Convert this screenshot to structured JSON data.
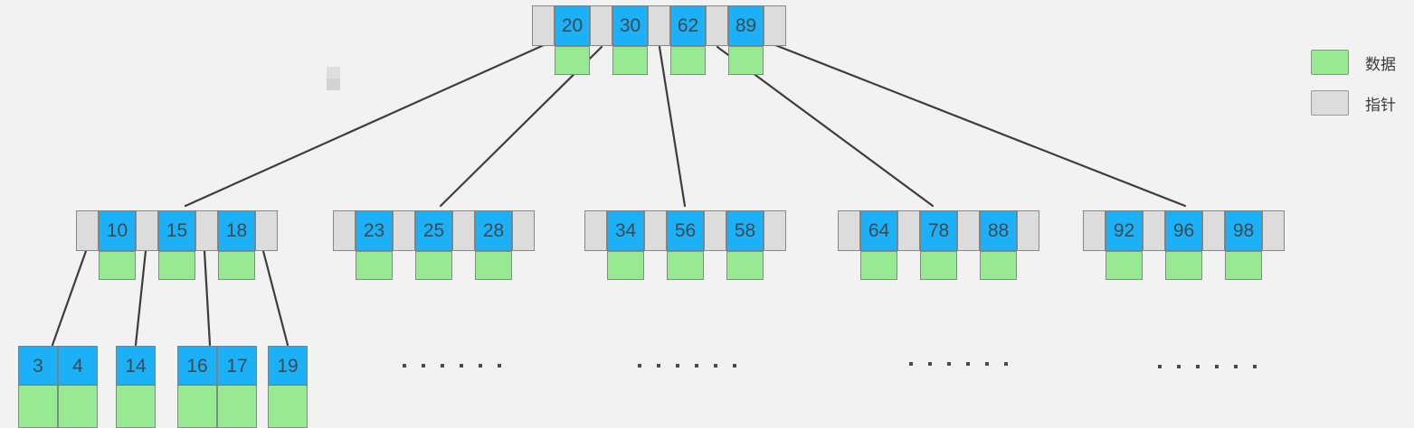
{
  "diagram": {
    "type": "b-plus-tree",
    "background_color": "#f2f2f2",
    "key_color": "#1cb0f6",
    "data_color": "#97ea92",
    "pointer_color": "#dcdcdc",
    "edge_color": "#3d3d3d"
  },
  "legend": {
    "items": [
      {
        "swatch": "data-swatch",
        "label": "数据"
      },
      {
        "swatch": "pointer-swatch",
        "label": "指针"
      }
    ]
  },
  "root": {
    "keys": [
      "20",
      "30",
      "62",
      "89"
    ],
    "pointer_count": 5
  },
  "internal": [
    {
      "keys": [
        "10",
        "15",
        "18"
      ],
      "pointer_count": 4
    },
    {
      "keys": [
        "23",
        "25",
        "28"
      ],
      "pointer_count": 4
    },
    {
      "keys": [
        "34",
        "56",
        "58"
      ],
      "pointer_count": 4
    },
    {
      "keys": [
        "64",
        "78",
        "88"
      ],
      "pointer_count": 4
    },
    {
      "keys": [
        "92",
        "96",
        "98"
      ],
      "pointer_count": 4
    }
  ],
  "leaves": [
    {
      "keys": [
        "3",
        "4"
      ]
    },
    {
      "keys": [
        "14"
      ]
    },
    {
      "keys": [
        "16",
        "17"
      ]
    },
    {
      "keys": [
        "19"
      ]
    }
  ],
  "ellipsis_groups": [
    {
      "dots": 6
    },
    {
      "dots": 6
    },
    {
      "dots": 6
    },
    {
      "dots": 6
    }
  ]
}
